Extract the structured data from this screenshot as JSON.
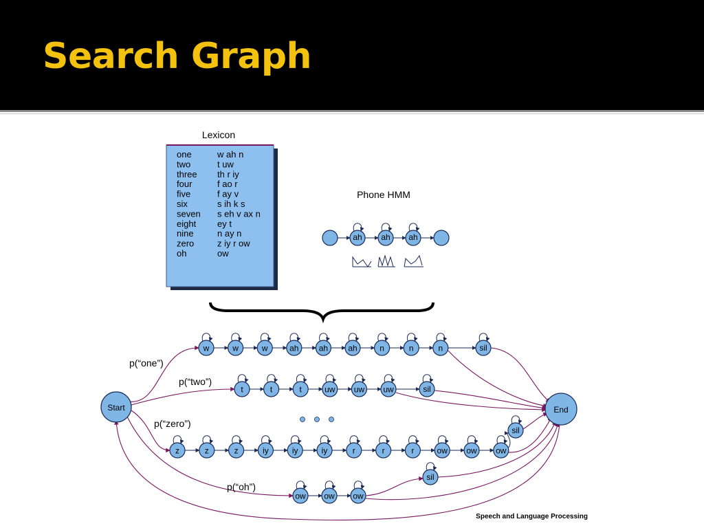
{
  "slide": {
    "title": "Search Graph",
    "credit": "Speech and Language Processing"
  },
  "lexicon": {
    "title": "Lexicon",
    "entries": [
      {
        "word": "one",
        "phones": "w ah n"
      },
      {
        "word": "two",
        "phones": "t uw"
      },
      {
        "word": "three",
        "phones": "th r iy"
      },
      {
        "word": "four",
        "phones": "f ao r"
      },
      {
        "word": "five",
        "phones": "f ay v"
      },
      {
        "word": "six",
        "phones": "s ih k s"
      },
      {
        "word": "seven",
        "phones": "s eh v ax n"
      },
      {
        "word": "eight",
        "phones": "ey t"
      },
      {
        "word": "nine",
        "phones": "n ay n"
      },
      {
        "word": "zero",
        "phones": "z iy r ow"
      },
      {
        "word": "oh",
        "phones": "ow"
      }
    ]
  },
  "phone_hmm": {
    "title": "Phone HMM",
    "states": [
      "ah",
      "ah",
      "ah"
    ]
  },
  "graph": {
    "start": "Start",
    "end": "End",
    "sil": "sil",
    "rows": [
      {
        "label": "p(“one”)",
        "states": [
          "w",
          "w",
          "w",
          "ah",
          "ah",
          "ah",
          "n",
          "n",
          "n"
        ]
      },
      {
        "label": "p(“two”)",
        "states": [
          "t",
          "t",
          "t",
          "uw",
          "uw",
          "uw"
        ]
      },
      {
        "label": "p(“zero”)",
        "states": [
          "z",
          "z",
          "z",
          "iy",
          "iy",
          "iy",
          "r",
          "r",
          "r",
          "ow",
          "ow",
          "ow"
        ]
      },
      {
        "label": "p(“oh”)",
        "states": [
          "ow",
          "ow",
          "ow"
        ]
      }
    ]
  },
  "colors": {
    "title": "#f2c20f",
    "node": "#7fb6e6",
    "arc": "#7a1660",
    "lexicon_box": "#8ec0ef"
  }
}
